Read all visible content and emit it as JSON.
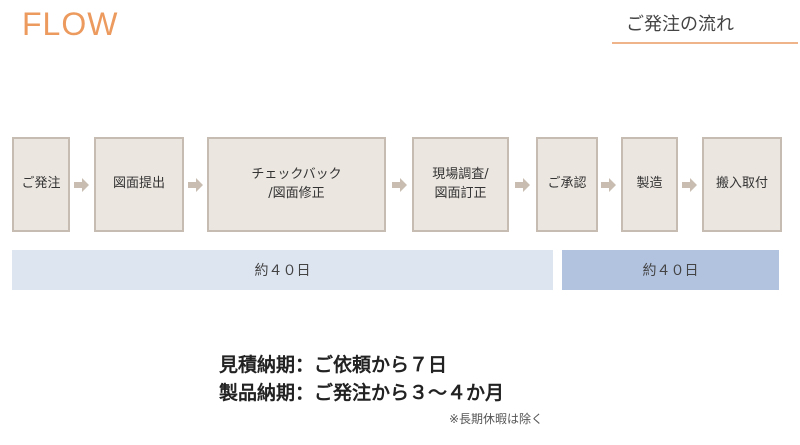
{
  "header": {
    "logo": "FLOW",
    "section_title": "ご発注の流れ"
  },
  "steps": [
    "ご発注",
    "図面提出",
    "チェックバック\n/図面修正",
    "現場調査/\n図面訂正",
    "ご承認",
    "製造",
    "搬入取付"
  ],
  "durations": [
    "約４０日",
    "約４０日"
  ],
  "lead_times": {
    "estimate": "見積納期：ご依頼から７日",
    "product": "製品納期：ご発注から３～４か月",
    "note": "※長期休暇は除く"
  },
  "colors": {
    "accent": "#ec9a5e",
    "step_fill": "#ebe6e0",
    "step_border": "#c6bcb2",
    "arrow": "#c9bdb1",
    "bar_light": "#dde5f1",
    "bar_dark": "#b2c3e0"
  }
}
